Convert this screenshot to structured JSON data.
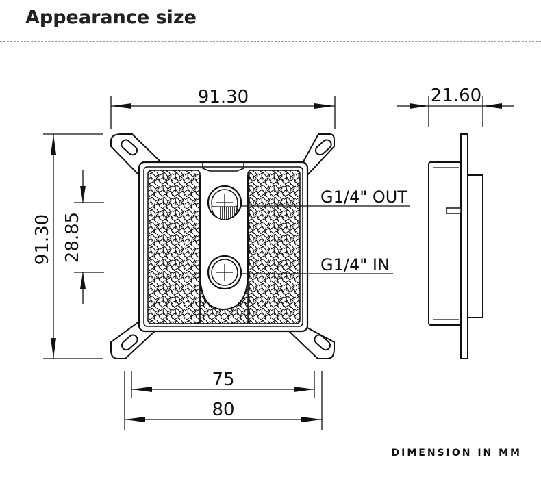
{
  "header": {
    "title": "Appearance size"
  },
  "dimensions": {
    "top_width": "91.30",
    "side_depth": "21.60",
    "left_height": "91.30",
    "port_spacing": "28.85",
    "inner_width": "75",
    "outer_width": "80"
  },
  "ports": {
    "outlet": "G1/4\" OUT",
    "inlet": "G1/4\" IN"
  },
  "footer": {
    "unit_note": "DIMENSION IN MM"
  }
}
